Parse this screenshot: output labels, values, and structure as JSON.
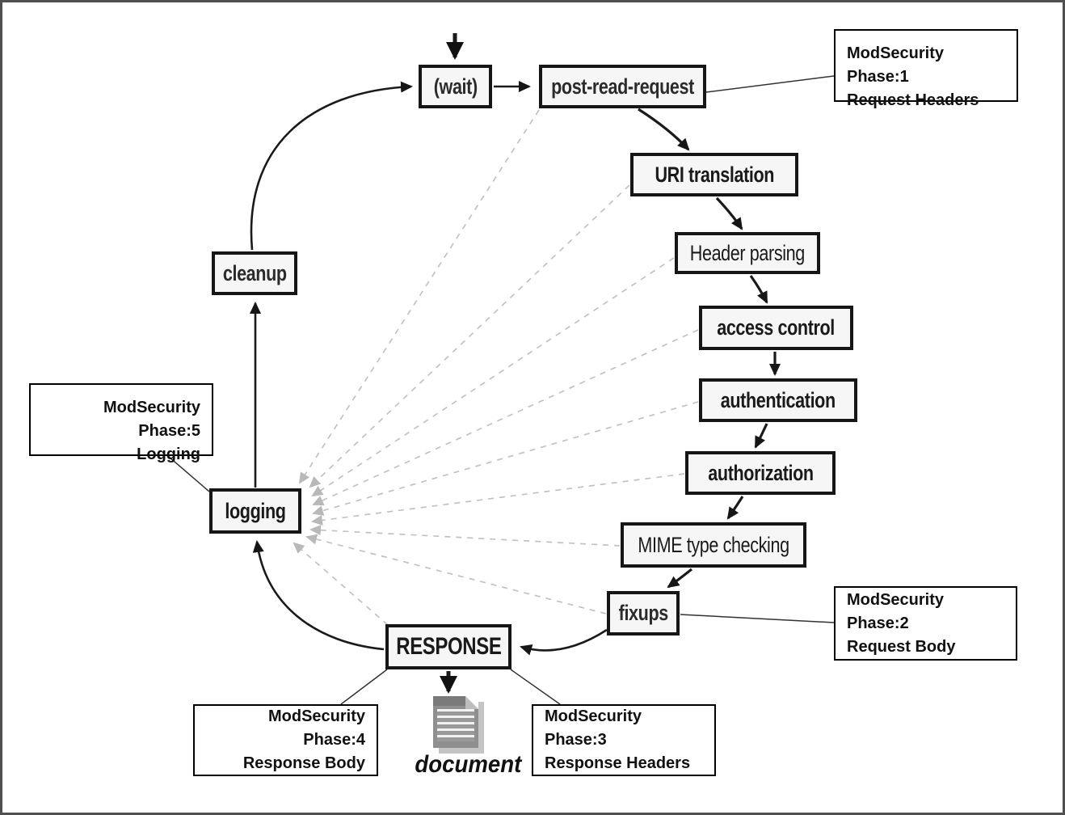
{
  "diagram": {
    "nodes": {
      "wait": {
        "label": "(wait)"
      },
      "post_read": {
        "label": "post-read-request"
      },
      "uri_translation": {
        "label": "URI translation"
      },
      "header_parsing": {
        "label": "Header parsing"
      },
      "access_control": {
        "label": "access control"
      },
      "authentication": {
        "label": "authentication"
      },
      "authorization": {
        "label": "authorization"
      },
      "mime_checking": {
        "label": "MIME type checking"
      },
      "fixups": {
        "label": "fixups"
      },
      "response": {
        "label": "RESPONSE"
      },
      "logging": {
        "label": "logging"
      },
      "cleanup": {
        "label": "cleanup"
      }
    },
    "annotations": {
      "phase1": {
        "line1": "ModSecurity Phase:1",
        "line2": "Request Headers"
      },
      "phase2": {
        "line1": "ModSecurity Phase:2",
        "line2": "Request Body"
      },
      "phase3": {
        "line1": "ModSecurity Phase:3",
        "line2": "Response Headers"
      },
      "phase4": {
        "line1": "ModSecurity Phase:4",
        "line2": "Response Body"
      },
      "phase5": {
        "line1": "ModSecurity Phase:5",
        "line2": "Logging"
      }
    },
    "document_label": "document",
    "colors": {
      "line": "#1a1a1a",
      "dashed": "#c2c2c2",
      "node_fill": "#f6f6f6",
      "node_border": "#161616"
    }
  }
}
